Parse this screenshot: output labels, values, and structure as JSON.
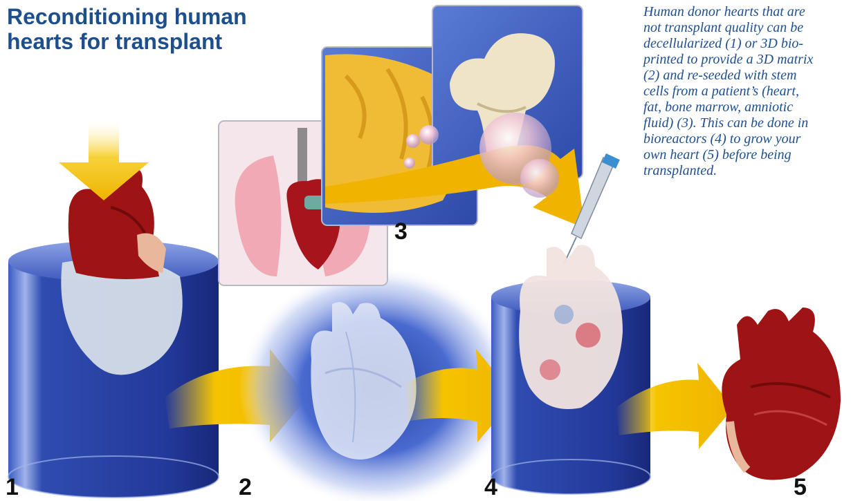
{
  "title": {
    "line1": "Reconditioning human",
    "line2": "hearts for transplant"
  },
  "caption": {
    "lines": [
      "Human donor hearts that are",
      "not transplant quality can be",
      "decellularized (1) or 3D bio-",
      "printed to provide a 3D matrix",
      "(2) and re-seeded with stem",
      "cells from a patient’s (heart,",
      "fat, bone marrow, amniotic",
      "fluid) (3). This can be done in",
      "bioreactors (4) to grow your",
      "own heart (5) before being",
      "transplanted."
    ]
  },
  "steps": [
    {
      "label": "1"
    },
    {
      "label": "2"
    },
    {
      "label": "3"
    },
    {
      "label": "4"
    },
    {
      "label": "5"
    }
  ],
  "colors": {
    "title": "#1d4f8c",
    "caption": "#1f4f8f",
    "cylinder_blue": "#2a44a6",
    "arrow_yellow": "#f3c000",
    "heart_red": "#9e1414",
    "inset_blue": "#3f63c4"
  }
}
